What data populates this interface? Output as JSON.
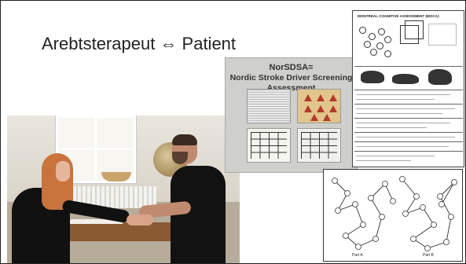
{
  "slide": {
    "title": "Arebtsterapeut ⇔ Patient"
  },
  "norsdsa": {
    "line1": "NorSDSA=",
    "line2": "Nordic Stroke Driver Screening",
    "line3": "Assessment"
  },
  "moca": {
    "header": "MONTREAL COGNITIVE ASSESSMENT (MOCA)"
  },
  "trail": {
    "part_a": "Part A",
    "part_b": "Part B"
  },
  "colors": {
    "border": "#222222",
    "photo_wall": "#e9e6df",
    "table": "#8a5a32",
    "card_bg": "#cfcfcb"
  }
}
